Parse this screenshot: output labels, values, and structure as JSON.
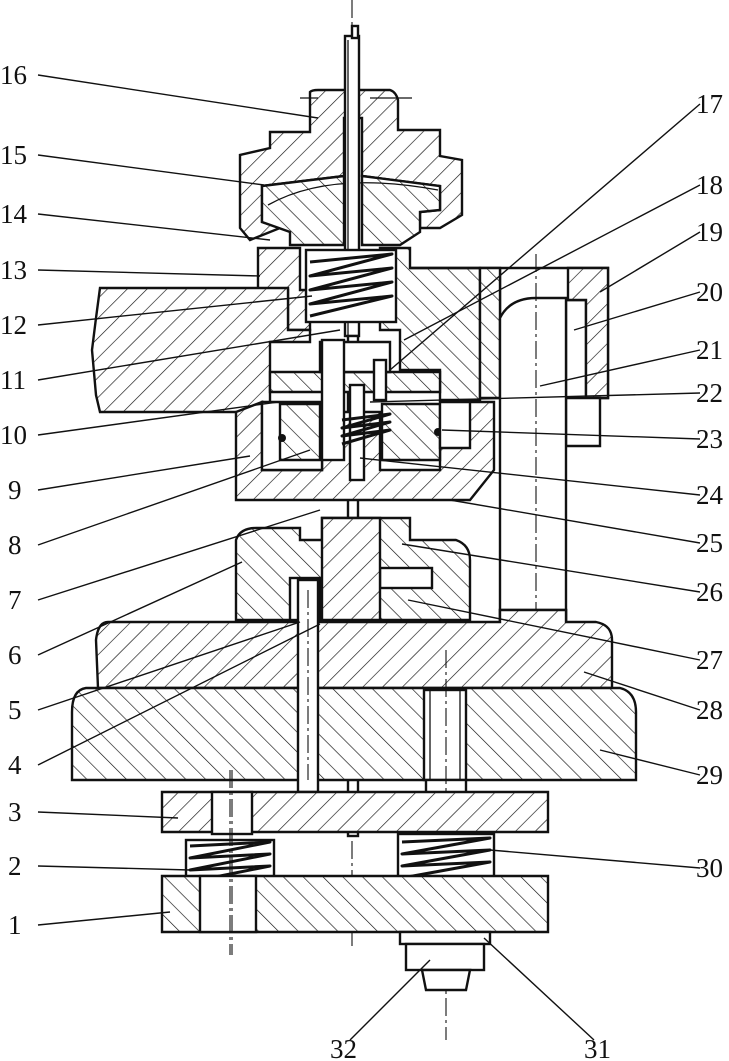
{
  "labels_left": [
    "16",
    "15",
    "14",
    "13",
    "12",
    "11",
    "10",
    "9",
    "8",
    "7",
    "6",
    "5",
    "4",
    "3",
    "2",
    "1"
  ],
  "labels_right": [
    "17",
    "18",
    "19",
    "20",
    "21",
    "22",
    "23",
    "24",
    "25",
    "26",
    "27",
    "28",
    "29",
    "30"
  ],
  "labels_bottom": [
    "32",
    "31"
  ]
}
